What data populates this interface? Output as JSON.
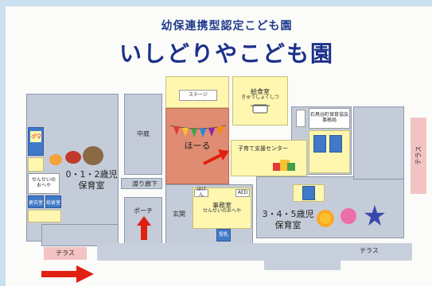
{
  "title": {
    "line1": "幼保連携型認定こども園",
    "line2": "いしどりやこども園"
  },
  "rooms": {
    "stage": "ステージ",
    "kitchen_title": "給食室",
    "kitchen_reading": "きゅうしょくしつ",
    "hall": "ほーる",
    "courtyard": "中庭",
    "watari_rouka": "渡り廊下",
    "porch": "ポーチ",
    "nursery_012_line1": "0・1・2歳児",
    "nursery_012_line2": "保育室",
    "nursery_345_line1": "3・4・5歳児",
    "nursery_345_line2": "保育室",
    "teacher_room_left_line1": "せんせいの",
    "teacher_room_left_line2": "おへや",
    "office_line1": "事務室",
    "office_line2": "せんせいのおへや",
    "entrance": "玄関",
    "support_center": "子育て支援センター",
    "association_line1": "石鳥谷町保育協会",
    "association_line2": "事務局",
    "terrace_left": "テラス",
    "terrace_bottom": "テラス",
    "terrace_right": "テラス",
    "storage_small": "更衣室",
    "toilet_small": "給食室",
    "nurse_small": "ほけん",
    "milk_small": "授乳",
    "aed_small": "AED",
    "toilet_label": "トイレ"
  },
  "colors": {
    "hall": "#e08c72",
    "room": "#c5ccd9",
    "corridor": "#c8cfdc",
    "yellow": "#fff7b0",
    "terrace_pink": "#f3c3c3",
    "title_blue": "#1e3a8e",
    "arrow_red": "#e02010"
  }
}
